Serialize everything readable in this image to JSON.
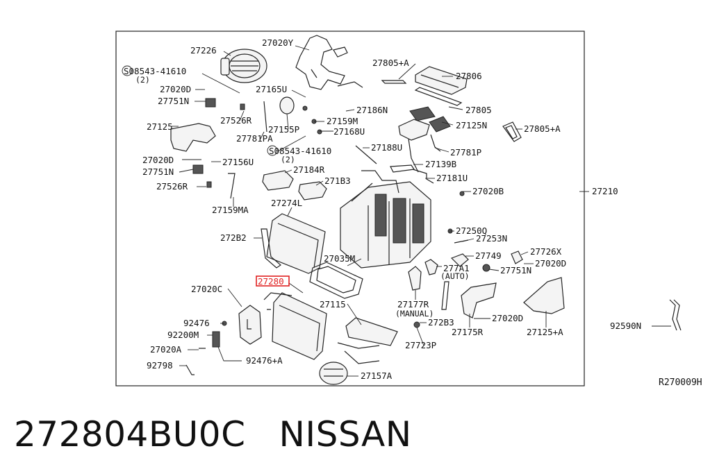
{
  "diagram": {
    "reference_code": "R270009H",
    "highlighted_part": "27280",
    "labels": [
      "27226",
      "27020Y",
      "S08543-41610",
      "(2)",
      "27805+A",
      "27806",
      "27020D",
      "27165U",
      "27751N",
      "27186N",
      "27805",
      "27526R",
      "27159M",
      "27125",
      "27155P",
      "27168U",
      "27125N",
      "27805+A",
      "27781PA",
      "S08543-41610",
      "(2)",
      "27188U",
      "27781P",
      "27020D",
      "27156U",
      "27139B",
      "27751N",
      "27184R",
      "27181U",
      "27526R",
      "271B3",
      "27020B",
      "27210",
      "27159MA",
      "27274L",
      "27250Q",
      "272B2",
      "27253N",
      "27726X",
      "27749",
      "27020D",
      "27035M",
      "277A1",
      "(AUTO)",
      "27751N",
      "27280",
      "27020C",
      "27115",
      "27177R",
      "(MANUAL)",
      "272B3",
      "27020D",
      "92476",
      "27175R",
      "27125+A",
      "92590N",
      "92200M",
      "27020A",
      "27723P",
      "92476+A",
      "92798",
      "27157A"
    ]
  },
  "footer": {
    "part_number": "272804BU0C",
    "brand": "NISSAN"
  }
}
